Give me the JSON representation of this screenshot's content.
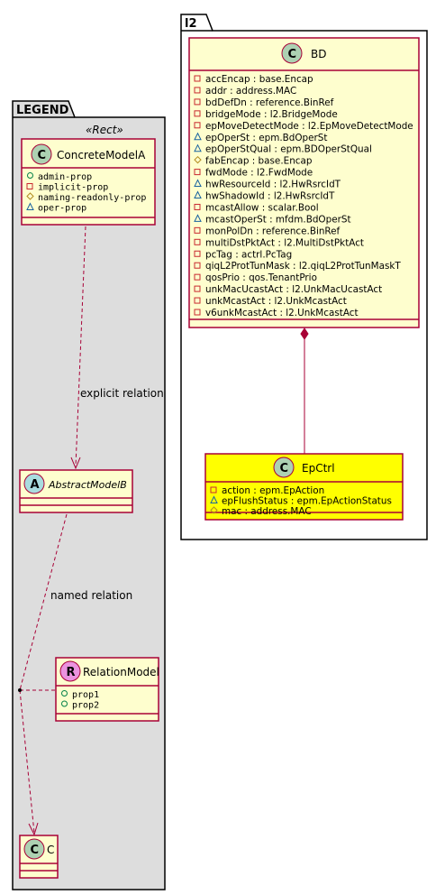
{
  "packages": {
    "l2": "l2",
    "legend": "LEGEND"
  },
  "bd": {
    "name": "BD",
    "attrs": [
      {
        "vis": "private",
        "text": "accEncap : base.Encap"
      },
      {
        "vis": "private",
        "text": "addr : address.MAC"
      },
      {
        "vis": "private",
        "text": "bdDefDn : reference.BinRef"
      },
      {
        "vis": "private",
        "text": "bridgeMode : l2.BridgeMode"
      },
      {
        "vis": "private",
        "text": "epMoveDetectMode : l2.EpMoveDetectMode"
      },
      {
        "vis": "package",
        "text": "epOperSt : epm.BdOperSt"
      },
      {
        "vis": "package",
        "text": "epOperStQual : epm.BDOperStQual"
      },
      {
        "vis": "protected",
        "text": "fabEncap : base.Encap"
      },
      {
        "vis": "private",
        "text": "fwdMode : l2.FwdMode"
      },
      {
        "vis": "package",
        "text": "hwResourceId : l2.HwRsrcIdT"
      },
      {
        "vis": "package",
        "text": "hwShadowId : l2.HwRsrcIdT"
      },
      {
        "vis": "private",
        "text": "mcastAllow : scalar.Bool"
      },
      {
        "vis": "package",
        "text": "mcastOperSt : mfdm.BdOperSt"
      },
      {
        "vis": "private",
        "text": "monPolDn : reference.BinRef"
      },
      {
        "vis": "private",
        "text": "multiDstPktAct : l2.MultiDstPktAct"
      },
      {
        "vis": "private",
        "text": "pcTag : actrl.PcTag"
      },
      {
        "vis": "private",
        "text": "qiqL2ProtTunMask : l2.qiqL2ProtTunMaskT"
      },
      {
        "vis": "private",
        "text": "qosPrio : qos.TenantPrio"
      },
      {
        "vis": "private",
        "text": "unkMacUcastAct : l2.UnkMacUcastAct"
      },
      {
        "vis": "private",
        "text": "unkMcastAct : l2.UnkMcastAct"
      },
      {
        "vis": "private",
        "text": "v6unkMcastAct : l2.UnkMcastAct"
      }
    ]
  },
  "epctrl": {
    "name": "EpCtrl",
    "attrs": [
      {
        "vis": "private",
        "text": "action : epm.EpAction"
      },
      {
        "vis": "package",
        "text": "epFlushStatus : epm.EpActionStatus"
      },
      {
        "vis": "protected",
        "text": "mac : address.MAC"
      }
    ]
  },
  "legend": {
    "stereotype": "«Rect»",
    "concrete": {
      "name": "ConcreteModelA",
      "attrs": [
        {
          "vis": "public",
          "text": "admin-prop"
        },
        {
          "vis": "private",
          "text": "implicit-prop"
        },
        {
          "vis": "protected",
          "text": "naming-readonly-prop"
        },
        {
          "vis": "package",
          "text": "oper-prop"
        }
      ]
    },
    "abstract": {
      "name": "AbstractModelB"
    },
    "relation": {
      "name": "RelationModel",
      "attrs": [
        {
          "vis": "public",
          "text": "prop1"
        },
        {
          "vis": "public",
          "text": "prop2"
        }
      ]
    },
    "c": {
      "name": "C"
    },
    "explicit_label": "explicit relation",
    "named_label": "named relation"
  },
  "colors": {
    "class_fill": "#FEFECE",
    "class_border": "#A80036",
    "highlight_fill": "#FFFF00",
    "package_fill_legend": "#DDDDDD",
    "circle_class": "#ADD1B2",
    "circle_abstract": "#A9DCDF",
    "circle_relation": "#EB93DF",
    "vis_private": "#C82930",
    "vis_package": "#1963A0",
    "vis_protected": "#B38D22",
    "vis_public": "#038048"
  }
}
